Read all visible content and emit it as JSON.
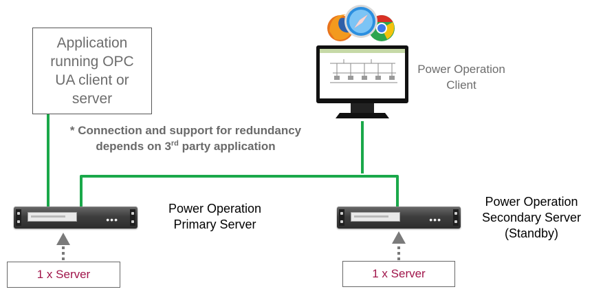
{
  "application_box": {
    "lines": [
      "Application",
      "running OPC",
      "UA client or",
      "server"
    ]
  },
  "note": {
    "part1": "* Connection and support for redundancy",
    "part2": "depends on 3",
    "sup": "rd",
    "part3": " party application"
  },
  "client": {
    "label_line1": "Power Operation",
    "label_line2": "Client"
  },
  "primary": {
    "label_line1": "Power Operation",
    "label_line2": "Primary Server",
    "count": "1 x Server",
    "leds": "•••"
  },
  "secondary": {
    "label_line1": "Power Operation",
    "label_line2": "Secondary Server",
    "label_line3": "(Standby)",
    "count": "1 x Server",
    "leds": "•••"
  },
  "browser_icons": [
    "firefox-icon",
    "safari-icon",
    "chrome-icon"
  ],
  "colors": {
    "link": "#1aa84a",
    "count_text": "#a0144a",
    "arrow": "#7a7a7a"
  }
}
